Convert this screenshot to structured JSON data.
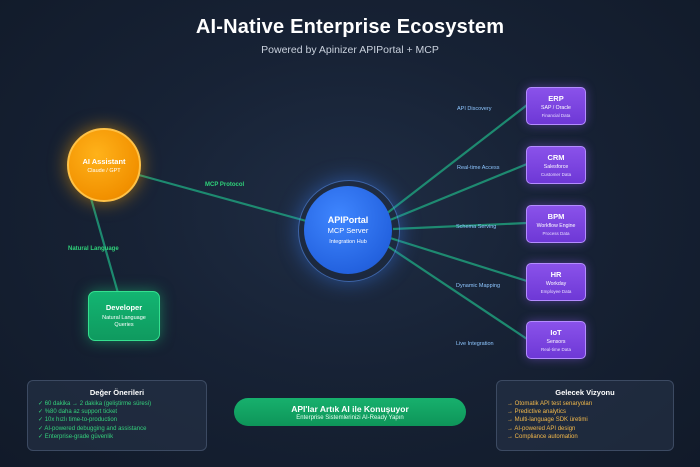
{
  "header": {
    "title": "AI-Native Enterprise Ecosystem",
    "subtitle": "Powered by Apinizer APIPortal + MCP"
  },
  "assistant": {
    "title": "AI Assistant",
    "subtitle": "Claude / GPT"
  },
  "developer": {
    "title": "Developer",
    "line1": "Natural Language",
    "line2": "Queries"
  },
  "hub": {
    "title": "APIPortal",
    "subtitle": "MCP Server",
    "caption": "Integration Hub"
  },
  "edges": {
    "mcp": "MCP Protocol",
    "natural": "Natural Language",
    "api_discovery": "API Discovery",
    "realtime": "Real-time Access",
    "schema": "Schema Serving",
    "mapping": "Dynamic Mapping",
    "live": "Live Integration"
  },
  "systems": [
    {
      "title": "ERP",
      "subtitle": "SAP / Oracle",
      "detail": "Financial Data"
    },
    {
      "title": "CRM",
      "subtitle": "Salesforce",
      "detail": "Customer Data"
    },
    {
      "title": "BPM",
      "subtitle": "Workflow Engine",
      "detail": "Process Data"
    },
    {
      "title": "HR",
      "subtitle": "Workday",
      "detail": "Employee Data"
    },
    {
      "title": "IoT",
      "subtitle": "Sensors",
      "detail": "Real-time Data"
    }
  ],
  "value_panel": {
    "title": "Değer Önerileri",
    "items": [
      "✓ 60 dakika → 2 dakika (geliştirme süresi)",
      "✓ %80 daha az support ticket",
      "✓ 10x hızlı time-to-production",
      "✓ AI-powered debugging and assistance",
      "✓ Enterprise-grade güvenlik"
    ]
  },
  "cta": {
    "title": "API'lar Artık AI ile Konuşuyor",
    "subtitle": "Enterprise Sistemlerinizi AI-Ready Yapın"
  },
  "vision_panel": {
    "title": "Gelecek Vizyonu",
    "items": [
      "→ Otomatik API test senaryoları",
      "→ Predictive analytics",
      "→ Multi-language SDK üretimi",
      "→ AI-powered API design",
      "→ Compliance automation"
    ]
  },
  "colors": {
    "assistant": "#f29100",
    "developer": "#0f9a5f",
    "hub": "#2463e0",
    "system": "#7a44df",
    "connector": "#1f9c7a",
    "value_text": "#34d07c",
    "vision_text": "#f2b84b"
  }
}
